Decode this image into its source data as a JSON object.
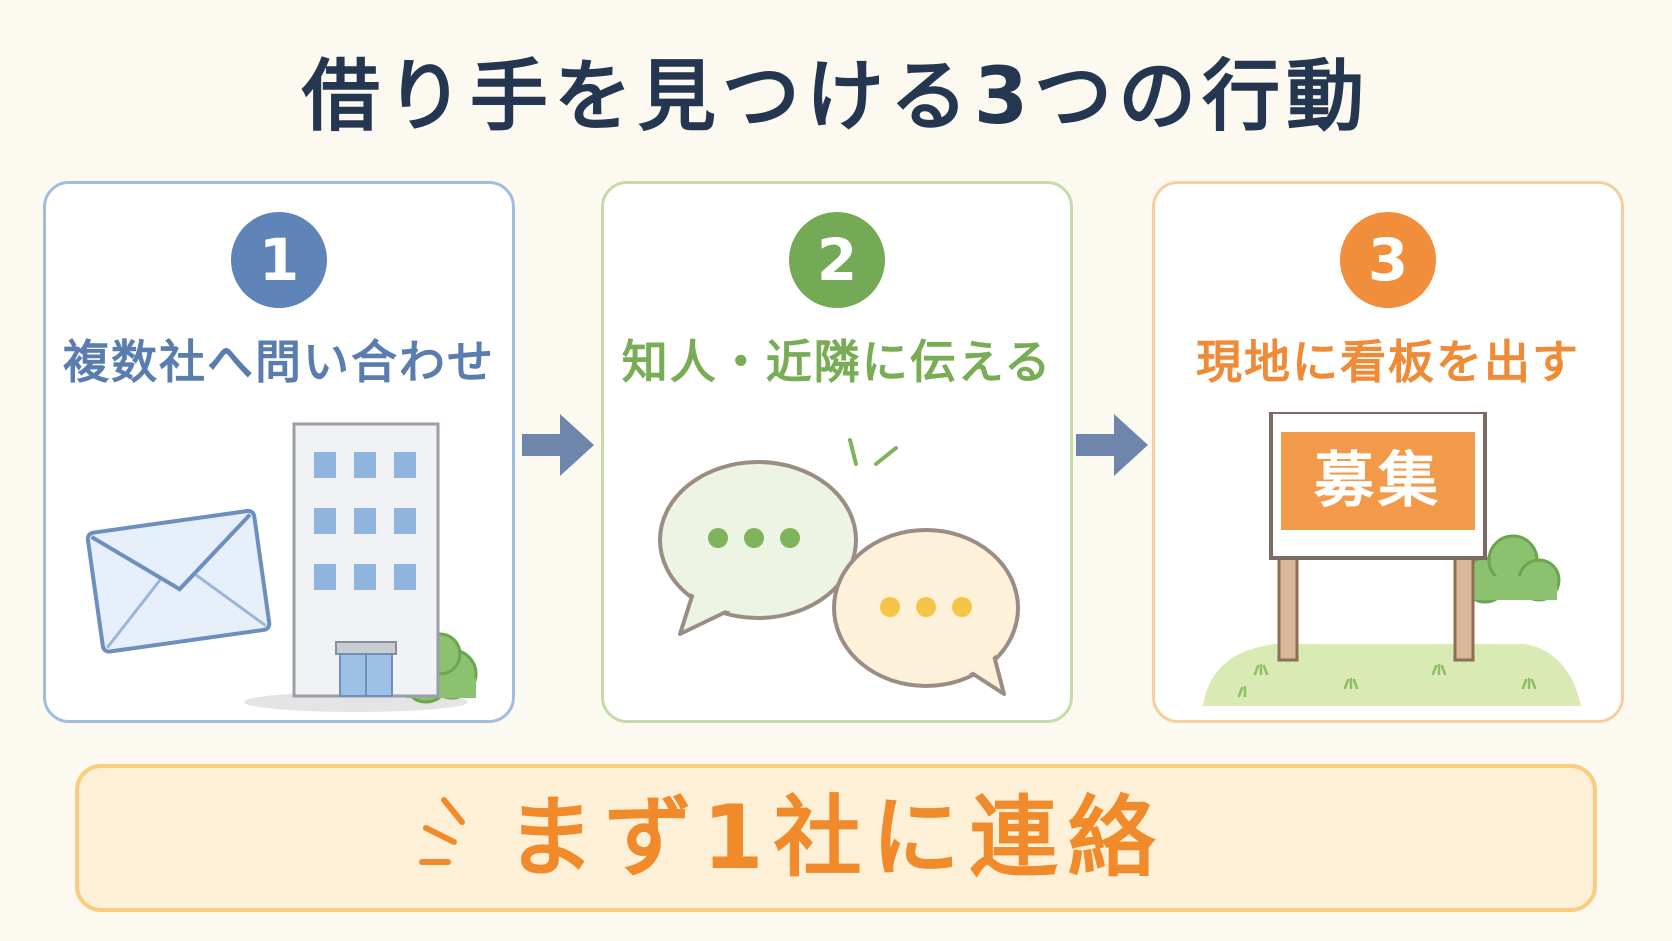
{
  "title": "借り手を見つける3つの行動",
  "steps": [
    {
      "number": "1",
      "label": "複数社へ問い合わせ"
    },
    {
      "number": "2",
      "label": "知人・近隣に伝える"
    },
    {
      "number": "3",
      "label": "現地に看板を出す",
      "sign_text": "募集"
    }
  ],
  "banner": {
    "text": "まず1社に連絡"
  },
  "colors": {
    "title": "#253750",
    "step1": "#5f84b8",
    "step2": "#74aa55",
    "step3": "#f08e3c",
    "banner_text": "#f08a2a",
    "banner_bg": "#fdf0d6"
  },
  "icons": {
    "step1": [
      "envelope-icon",
      "office-building-icon",
      "bush-icon"
    ],
    "step2": [
      "speech-bubble-icon",
      "speech-bubble-icon"
    ],
    "step3": [
      "signboard-icon",
      "grass-icon",
      "bush-icon"
    ]
  }
}
